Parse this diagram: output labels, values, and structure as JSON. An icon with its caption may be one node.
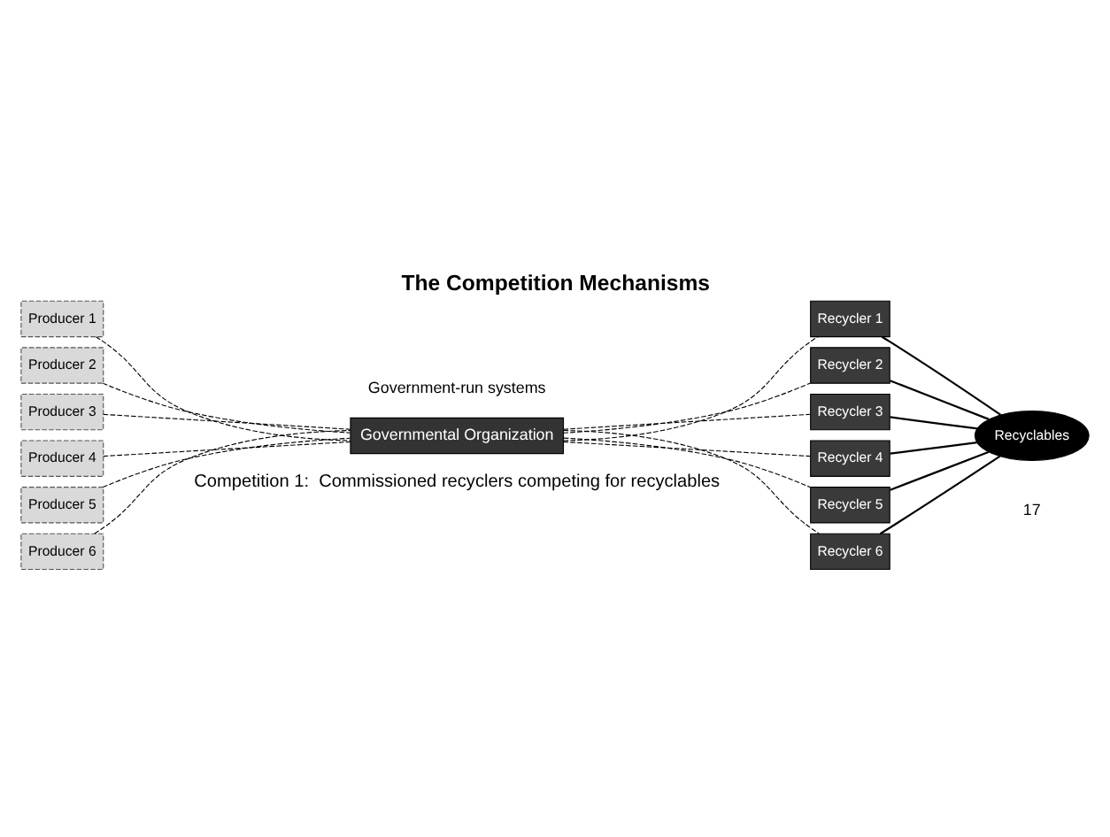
{
  "diagram": {
    "title": "The Competition Mechanisms",
    "caption": "Competition 1:  Commissioned recyclers competing for recyclables",
    "nodes": [
      {
        "text": [
          "Producer 1"
        ]
      },
      {
        "text": [
          "Producer 2"
        ]
      },
      {
        "text": [
          "Producer 3"
        ]
      },
      {
        "text": [
          "Producer 4"
        ]
      },
      {
        "text": [
          "Producer 5"
        ]
      },
      {
        "text": [
          "Producer 6"
        ]
      },
      {
        "text": [
          "Governmental Organization"
        ]
      },
      {
        "text": [
          "Recycler 1"
        ]
      },
      {
        "text": [
          "Recycler 2"
        ]
      },
      {
        "text": [
          "Recycler 3"
        ]
      },
      {
        "text": [
          "Recycler 4"
        ]
      },
      {
        "text": [
          "Recycler 5"
        ]
      },
      {
        "text": [
          "Recycler 6"
        ]
      },
      {
        "text": [
          "Recyclables"
        ]
      }
    ],
    "edges": [
      {
        "from": 0,
        "to": 6,
        "arrow": "none",
        "style": "dashed"
      },
      {
        "from": 1,
        "to": 6,
        "arrow": "none",
        "style": "dashed"
      },
      {
        "from": 2,
        "to": 6,
        "arrow": "none",
        "style": "dashed"
      },
      {
        "from": 3,
        "to": 6,
        "arrow": "none",
        "style": "dashed"
      },
      {
        "from": 4,
        "to": 6,
        "arrow": "none",
        "style": "dashed"
      },
      {
        "from": 5,
        "to": 6,
        "arrow": "none",
        "style": "dashed"
      },
      {
        "from": 6,
        "to": 7,
        "arrow": "none",
        "style": "dashed"
      },
      {
        "from": 6,
        "to": 8,
        "arrow": "none",
        "style": "dashed"
      },
      {
        "from": 6,
        "to": 9,
        "arrow": "none",
        "style": "dashed"
      },
      {
        "from": 6,
        "to": 10,
        "arrow": "none",
        "style": "dashed"
      },
      {
        "from": 6,
        "to": 11,
        "arrow": "none",
        "style": "dashed"
      },
      {
        "from": 6,
        "to": 12,
        "arrow": "none",
        "style": "dashed"
      },
      {
        "from": 7,
        "to": 13,
        "arrow": "none"
      },
      {
        "from": 8,
        "to": 13,
        "arrow": "none"
      },
      {
        "from": 9,
        "to": 13,
        "arrow": "none"
      },
      {
        "from": 10,
        "to": 13,
        "arrow": "none"
      },
      {
        "from": 11,
        "to": 13,
        "arrow": "none"
      },
      {
        "from": 12,
        "to": 13,
        "arrow": "none"
      }
    ],
    "labels": [
      "Government-run systems",
      "17"
    ]
  }
}
